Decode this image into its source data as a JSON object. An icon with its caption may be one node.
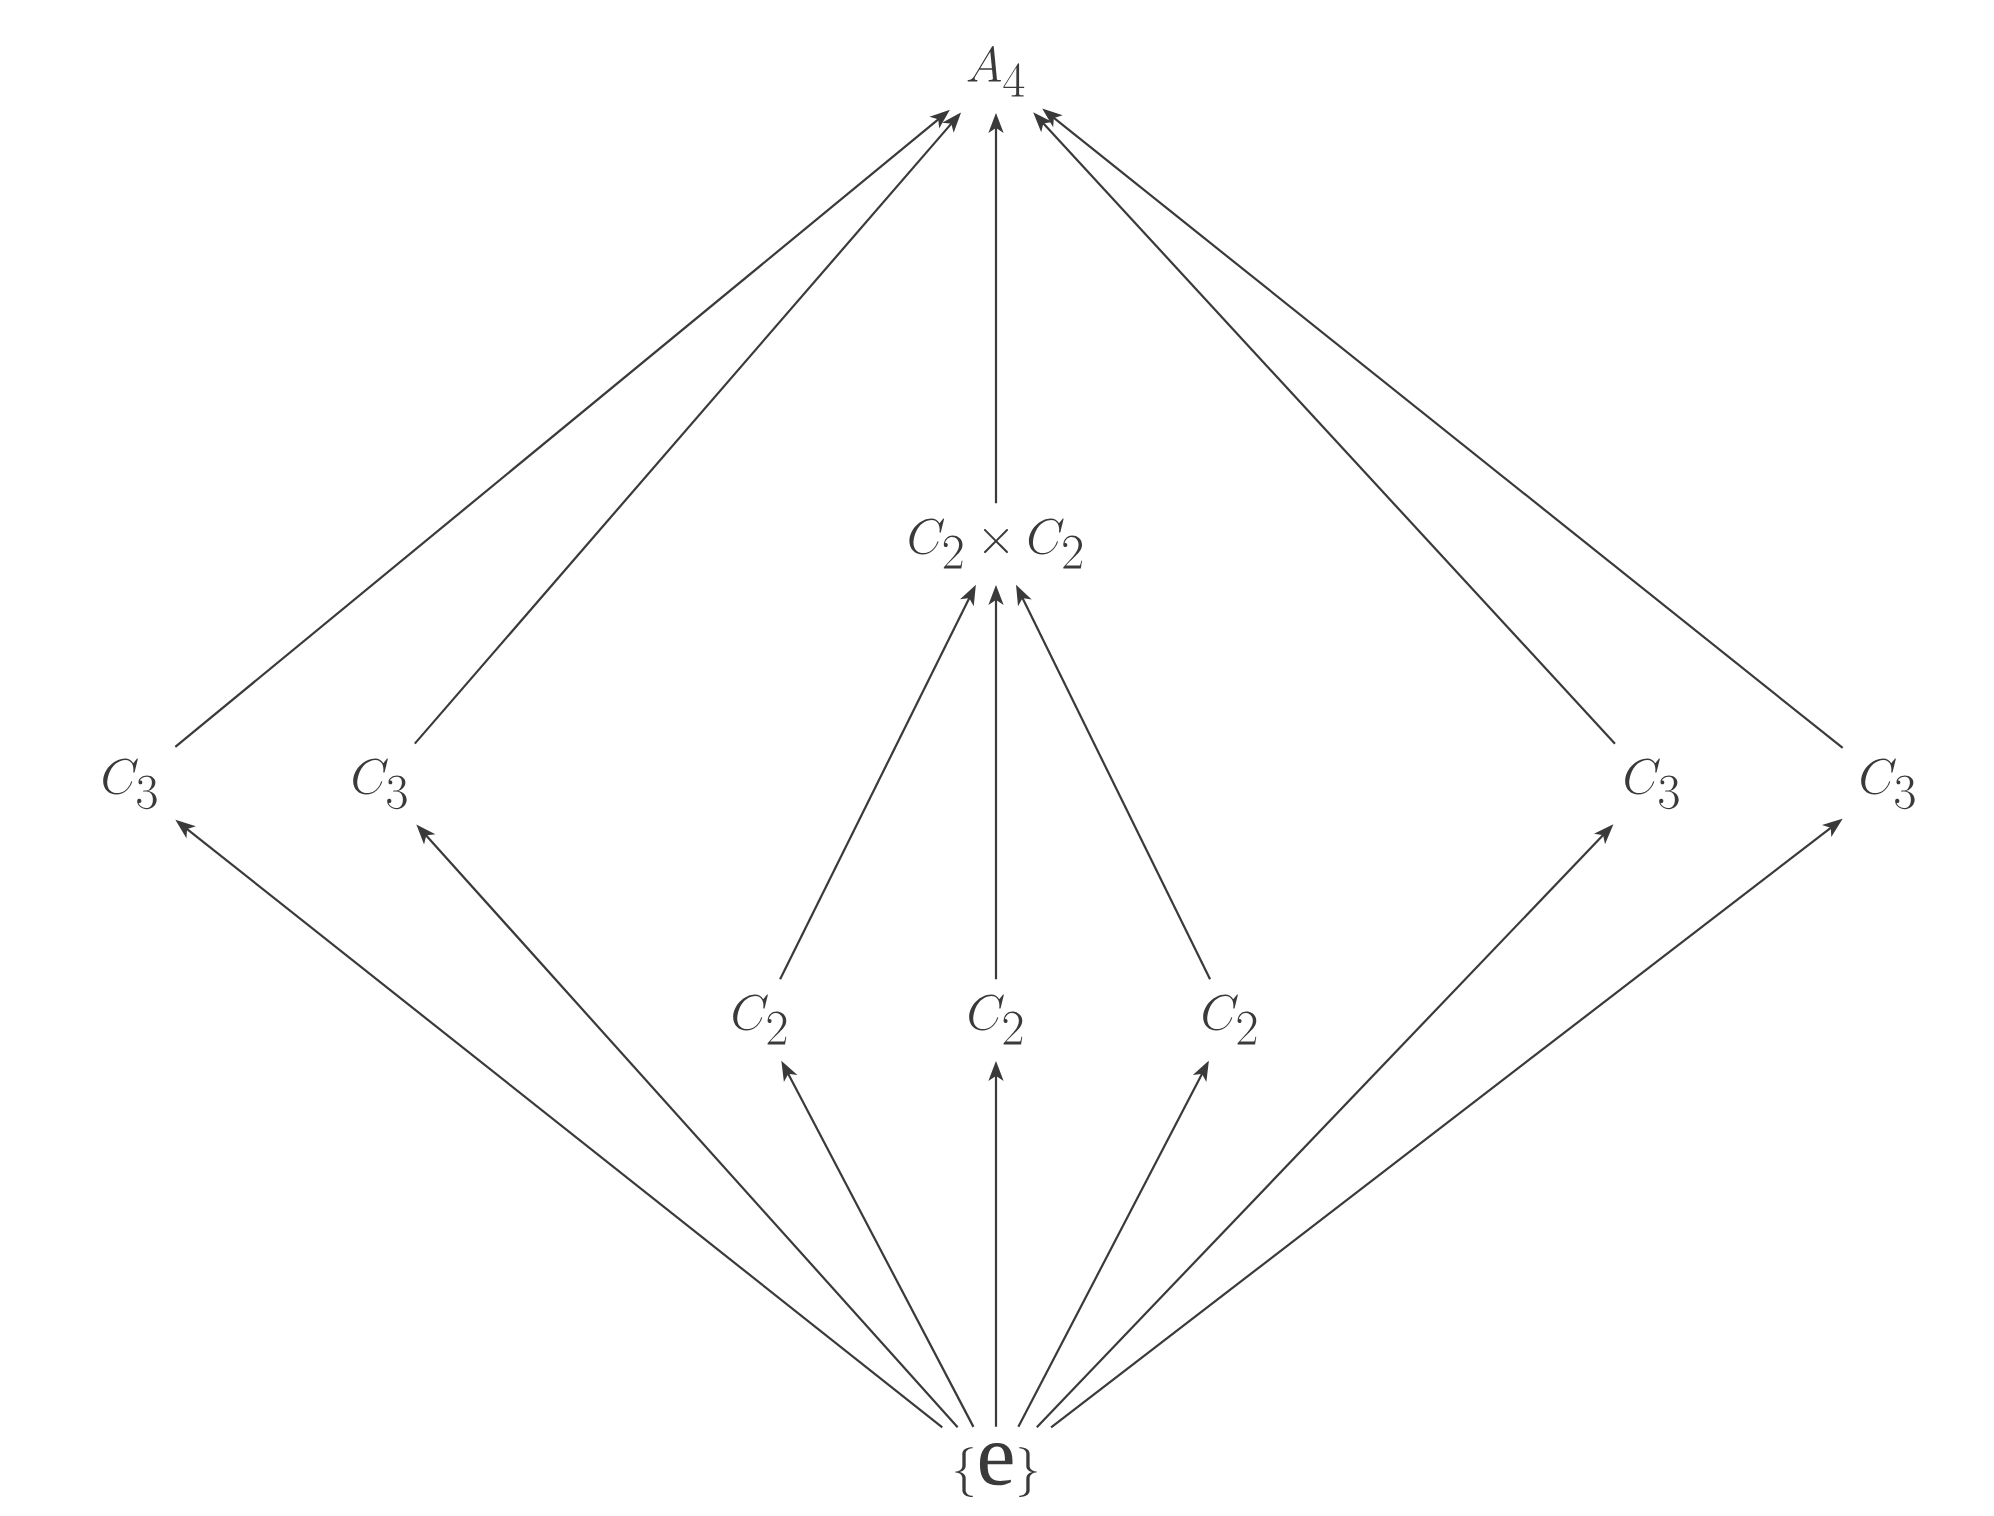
{
  "diagram": {
    "nodes": [
      {
        "text": [
          "A_4"
        ]
      },
      {
        "text": [
          "C_2 \\times C_2"
        ]
      },
      {
        "text": [
          "C_3"
        ]
      },
      {
        "text": [
          "C_3"
        ]
      },
      {
        "text": [
          "C_3"
        ]
      },
      {
        "text": [
          "C_3"
        ]
      },
      {
        "text": [
          "C_2"
        ]
      },
      {
        "text": [
          "C_2"
        ]
      },
      {
        "text": [
          "C_2"
        ]
      },
      {
        "text": [
          "\\{\\mathrm{e}\\}"
        ]
      }
    ],
    "edges": [
      {
        "from": 1,
        "to": 0,
        "arrow": "to"
      },
      {
        "from": 2,
        "to": 0,
        "arrow": "to"
      },
      {
        "from": 3,
        "to": 0,
        "arrow": "to"
      },
      {
        "from": 4,
        "to": 0,
        "arrow": "to"
      },
      {
        "from": 5,
        "to": 0,
        "arrow": "to"
      },
      {
        "from": 6,
        "to": 1,
        "arrow": "to"
      },
      {
        "from": 7,
        "to": 1,
        "arrow": "to"
      },
      {
        "from": 8,
        "to": 1,
        "arrow": "to"
      },
      {
        "from": 9,
        "to": 2,
        "arrow": "to"
      },
      {
        "from": 9,
        "to": 3,
        "arrow": "to"
      },
      {
        "from": 9,
        "to": 6,
        "arrow": "to"
      },
      {
        "from": 9,
        "to": 7,
        "arrow": "to"
      },
      {
        "from": 9,
        "to": 8,
        "arrow": "to"
      },
      {
        "from": 9,
        "to": 4,
        "arrow": "to"
      },
      {
        "from": 9,
        "to": 5,
        "arrow": "to"
      }
    ]
  }
}
